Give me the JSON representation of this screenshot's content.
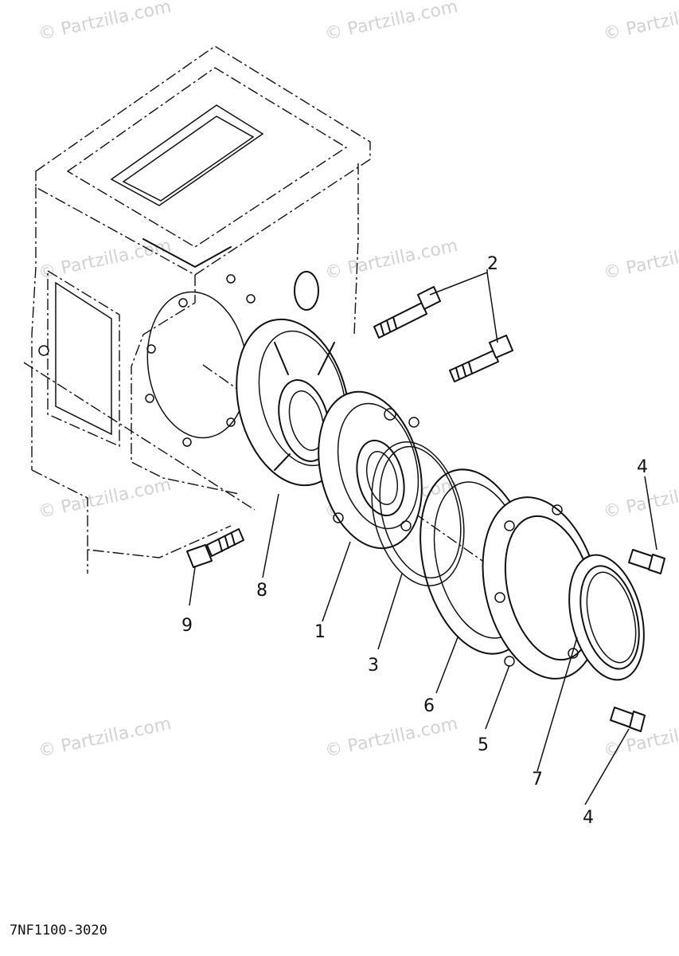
{
  "watermark_text": "© Partzilla.com",
  "diagram_code": "7NF1100-3020",
  "callouts": {
    "c1": "1",
    "c2": "2",
    "c3": "3",
    "c4a": "4",
    "c4b": "4",
    "c5": "5",
    "c6": "6",
    "c7": "7",
    "c8": "8",
    "c9": "9"
  }
}
